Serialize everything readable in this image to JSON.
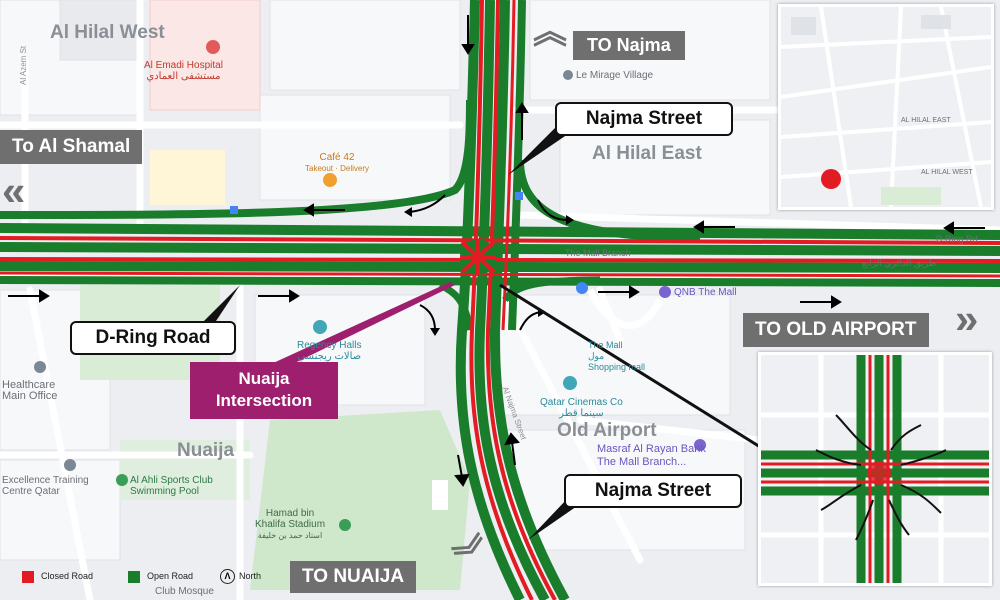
{
  "colors": {
    "closed": "#e31b23",
    "open": "#1a7d2b",
    "label_bg": "#6f6f6f",
    "intersection_bg": "#9e1f6e"
  },
  "areas": {
    "al_hilal_west": "Al Hilal West",
    "al_hilal_east": "Al Hilal East",
    "nuaija": "Nuaija",
    "old_airport": "Old Airport"
  },
  "pois": {
    "hospital_en": "Al Emadi Hospital",
    "hospital_ar": "مستشفى العمادي",
    "cafe_name": "Café 42",
    "cafe_sub": "Takeout · Delivery",
    "le_mirage": "Le Mirage Village",
    "mall_branch": "The Mall Branch",
    "qnb": "QNB The Mall",
    "regency_en": "Regency Halls",
    "regency_ar": "صالات ريجنسي",
    "mall_shopping_en": "The Mall",
    "mall_shopping_ar": "مول",
    "mall_shopping_sub": "Shopping mall",
    "qatar_cinemas_en": "Qatar Cinemas Co",
    "qatar_cinemas_ar": "سينما قطر",
    "masraf_1": "Masraf Al Rayan Bank",
    "masraf_2": "The Mall Branch...",
    "healthcare_1": "Healthcare",
    "healthcare_2": "Main Office",
    "excellence_1": "Excellence Training",
    "excellence_2": "Centre Qatar",
    "al_ahli_1": "Al Ahli Sports Club",
    "al_ahli_2": "Swimming Pool",
    "stadium_1": "Hamad bin",
    "stadium_2": "Khalifa Stadium",
    "stadium_ar": "استاد حمد بن خليفة",
    "club_mosque": "Club Mosque",
    "al_azem": "Al Azem St",
    "ring_rd": "D Ring Rd",
    "ring_rd_ar": "طريق الدائري الرابع",
    "najma_st_vertical": "Al Najma Street"
  },
  "labels": {
    "to_najma": "TO Najma",
    "to_al_shamal": "To Al Shamal",
    "to_old_airport": "TO OLD AIRPORT",
    "to_nuaija": "TO  NUAIJA",
    "najma_street_top": "Najma Street",
    "najma_street_bottom": "Najma Street",
    "d_ring_road": "D-Ring Road",
    "intersection_line1": "Nuaija",
    "intersection_line2": "Intersection"
  },
  "legend": {
    "closed_road": "Closed Road",
    "open_road": "Open Road",
    "north": "North",
    "north_symbol": "Λ"
  },
  "icons": {
    "chevron_left": "«",
    "chevron_right": "»",
    "chevron_up": "︽",
    "chevron_down": "︾"
  },
  "inset_top": {
    "al_hilal_east": "AL HILAL EAST",
    "al_hilal_west": "AL HILAL WEST"
  }
}
